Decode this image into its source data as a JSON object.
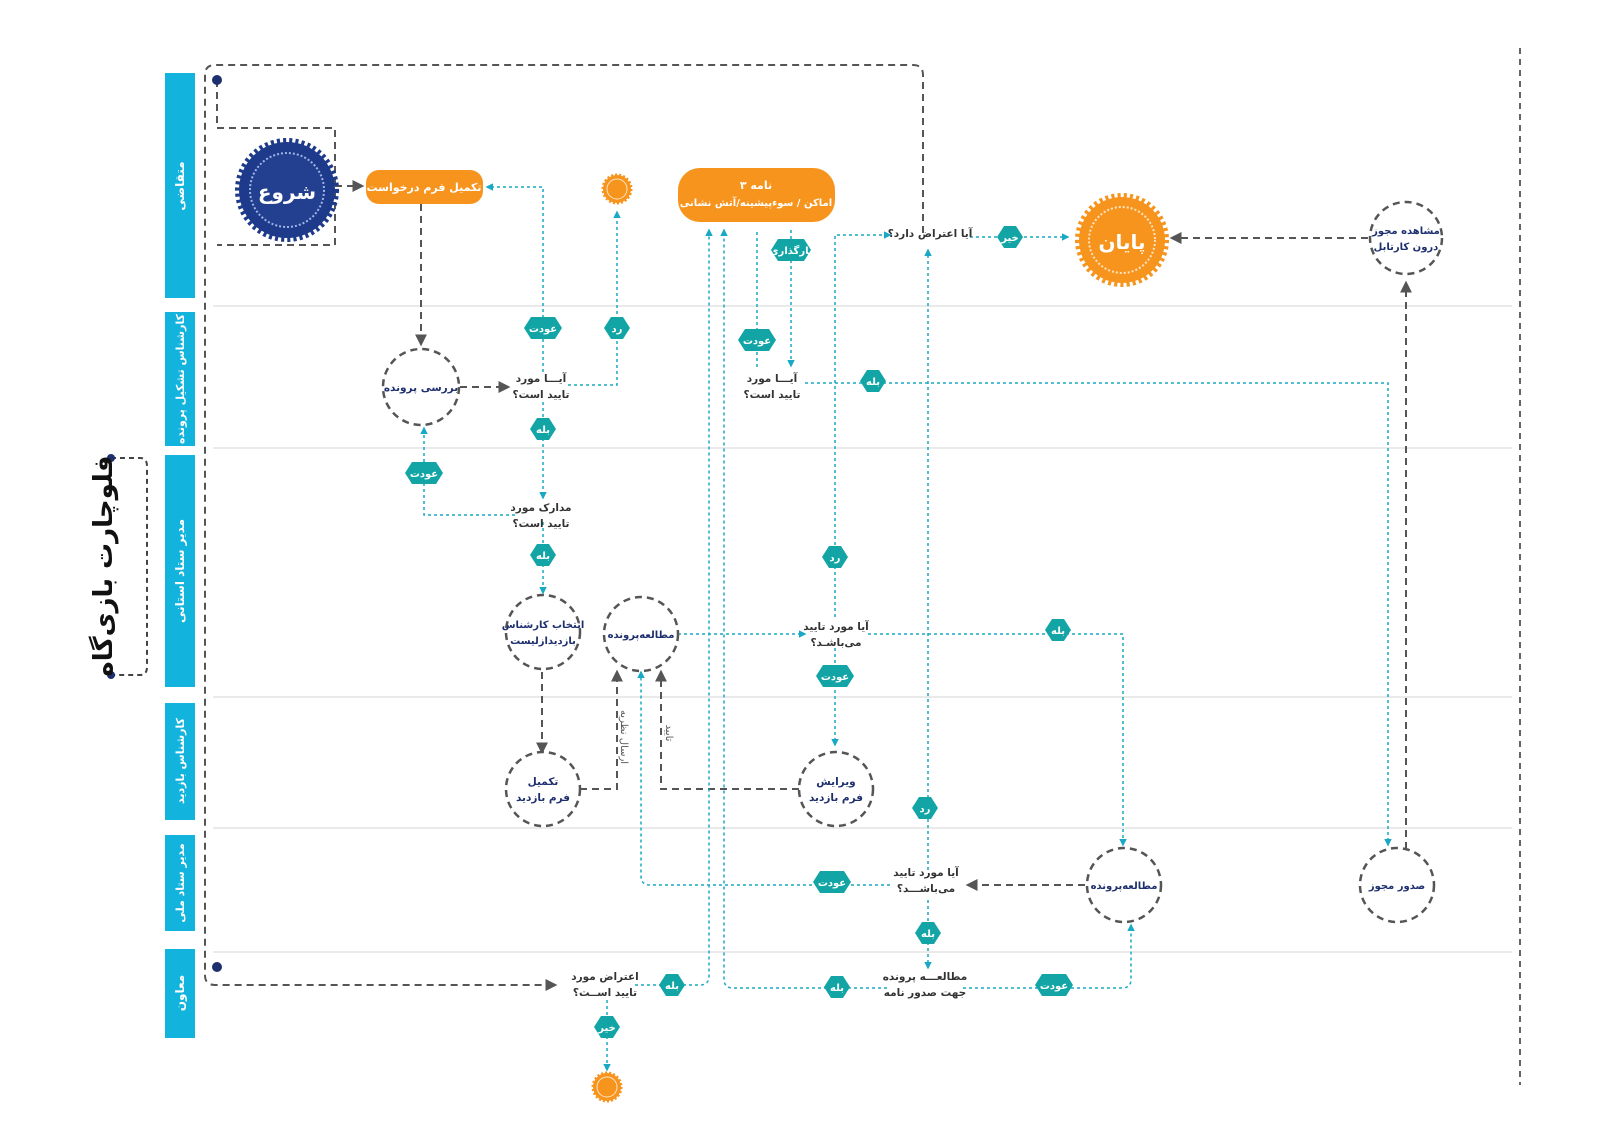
{
  "title": "فلوچارت بازی‌گاه",
  "lanes": [
    "متقاضی",
    "کارشناس تشکیل پرونده",
    "مدیر ستاد استانی",
    "کارشناس بازدید",
    "مدیر ستاد ملی",
    "معاون"
  ],
  "start": "شروع",
  "end": "پایان",
  "nodes": {
    "fill_form": "تکمیل فرم درخواست",
    "letters": [
      "۳ نامه",
      "اماکن / سوءپیشینه/آتش نشانی"
    ],
    "review_file": "بررسی پرونده",
    "view_license": [
      "مشاهده مجوز",
      "درون کارتابل"
    ],
    "select_inspector": [
      "انتخاب کارشناس",
      "بازدیدازلیست"
    ],
    "study_file_province": "مطالعه‌پرونده",
    "complete_visit_form": [
      "تکمیل",
      "فرم بازدید"
    ],
    "edit_visit_form": [
      "ویرایش",
      "فرم بازدید"
    ],
    "study_file_national": "مطالعه‌پرونده",
    "issue_license": "صدور مجوز"
  },
  "decisions": {
    "objection": "آیا اعتراض دارد؟",
    "approved_1": [
      "آیـــا مورد",
      "تایید است؟"
    ],
    "approved_2": [
      "آیـــا مورد",
      "تایید است؟"
    ],
    "documents": [
      "مدارک مورد",
      "تایید است؟"
    ],
    "province_approved": [
      "آیا مورد تایید",
      "می‌باشـد؟"
    ],
    "national_approved": [
      "آیا مورد تایید",
      "می‌باشـــد؟"
    ],
    "objection_approved": [
      "اعتراض مورد",
      "تایید اســت؟"
    ],
    "study_issue": [
      "مطالعـــه پرونده",
      "جهت صدور نامه"
    ]
  },
  "badges": {
    "yes": "بله",
    "no": "خیر",
    "return": "عودت",
    "reject": "رد",
    "upload": "بارگذاری"
  },
  "edge_labels": {
    "send_opinion": "ارسال نظریه",
    "confirm": "تایید"
  },
  "colors": {
    "lane": "#12b3dd",
    "badge": "#13a5a5",
    "orange": "#f7941d",
    "navy": "#1e3a8a",
    "dashed_gray": "#555555",
    "cyan_line": "#1aa9c4"
  }
}
